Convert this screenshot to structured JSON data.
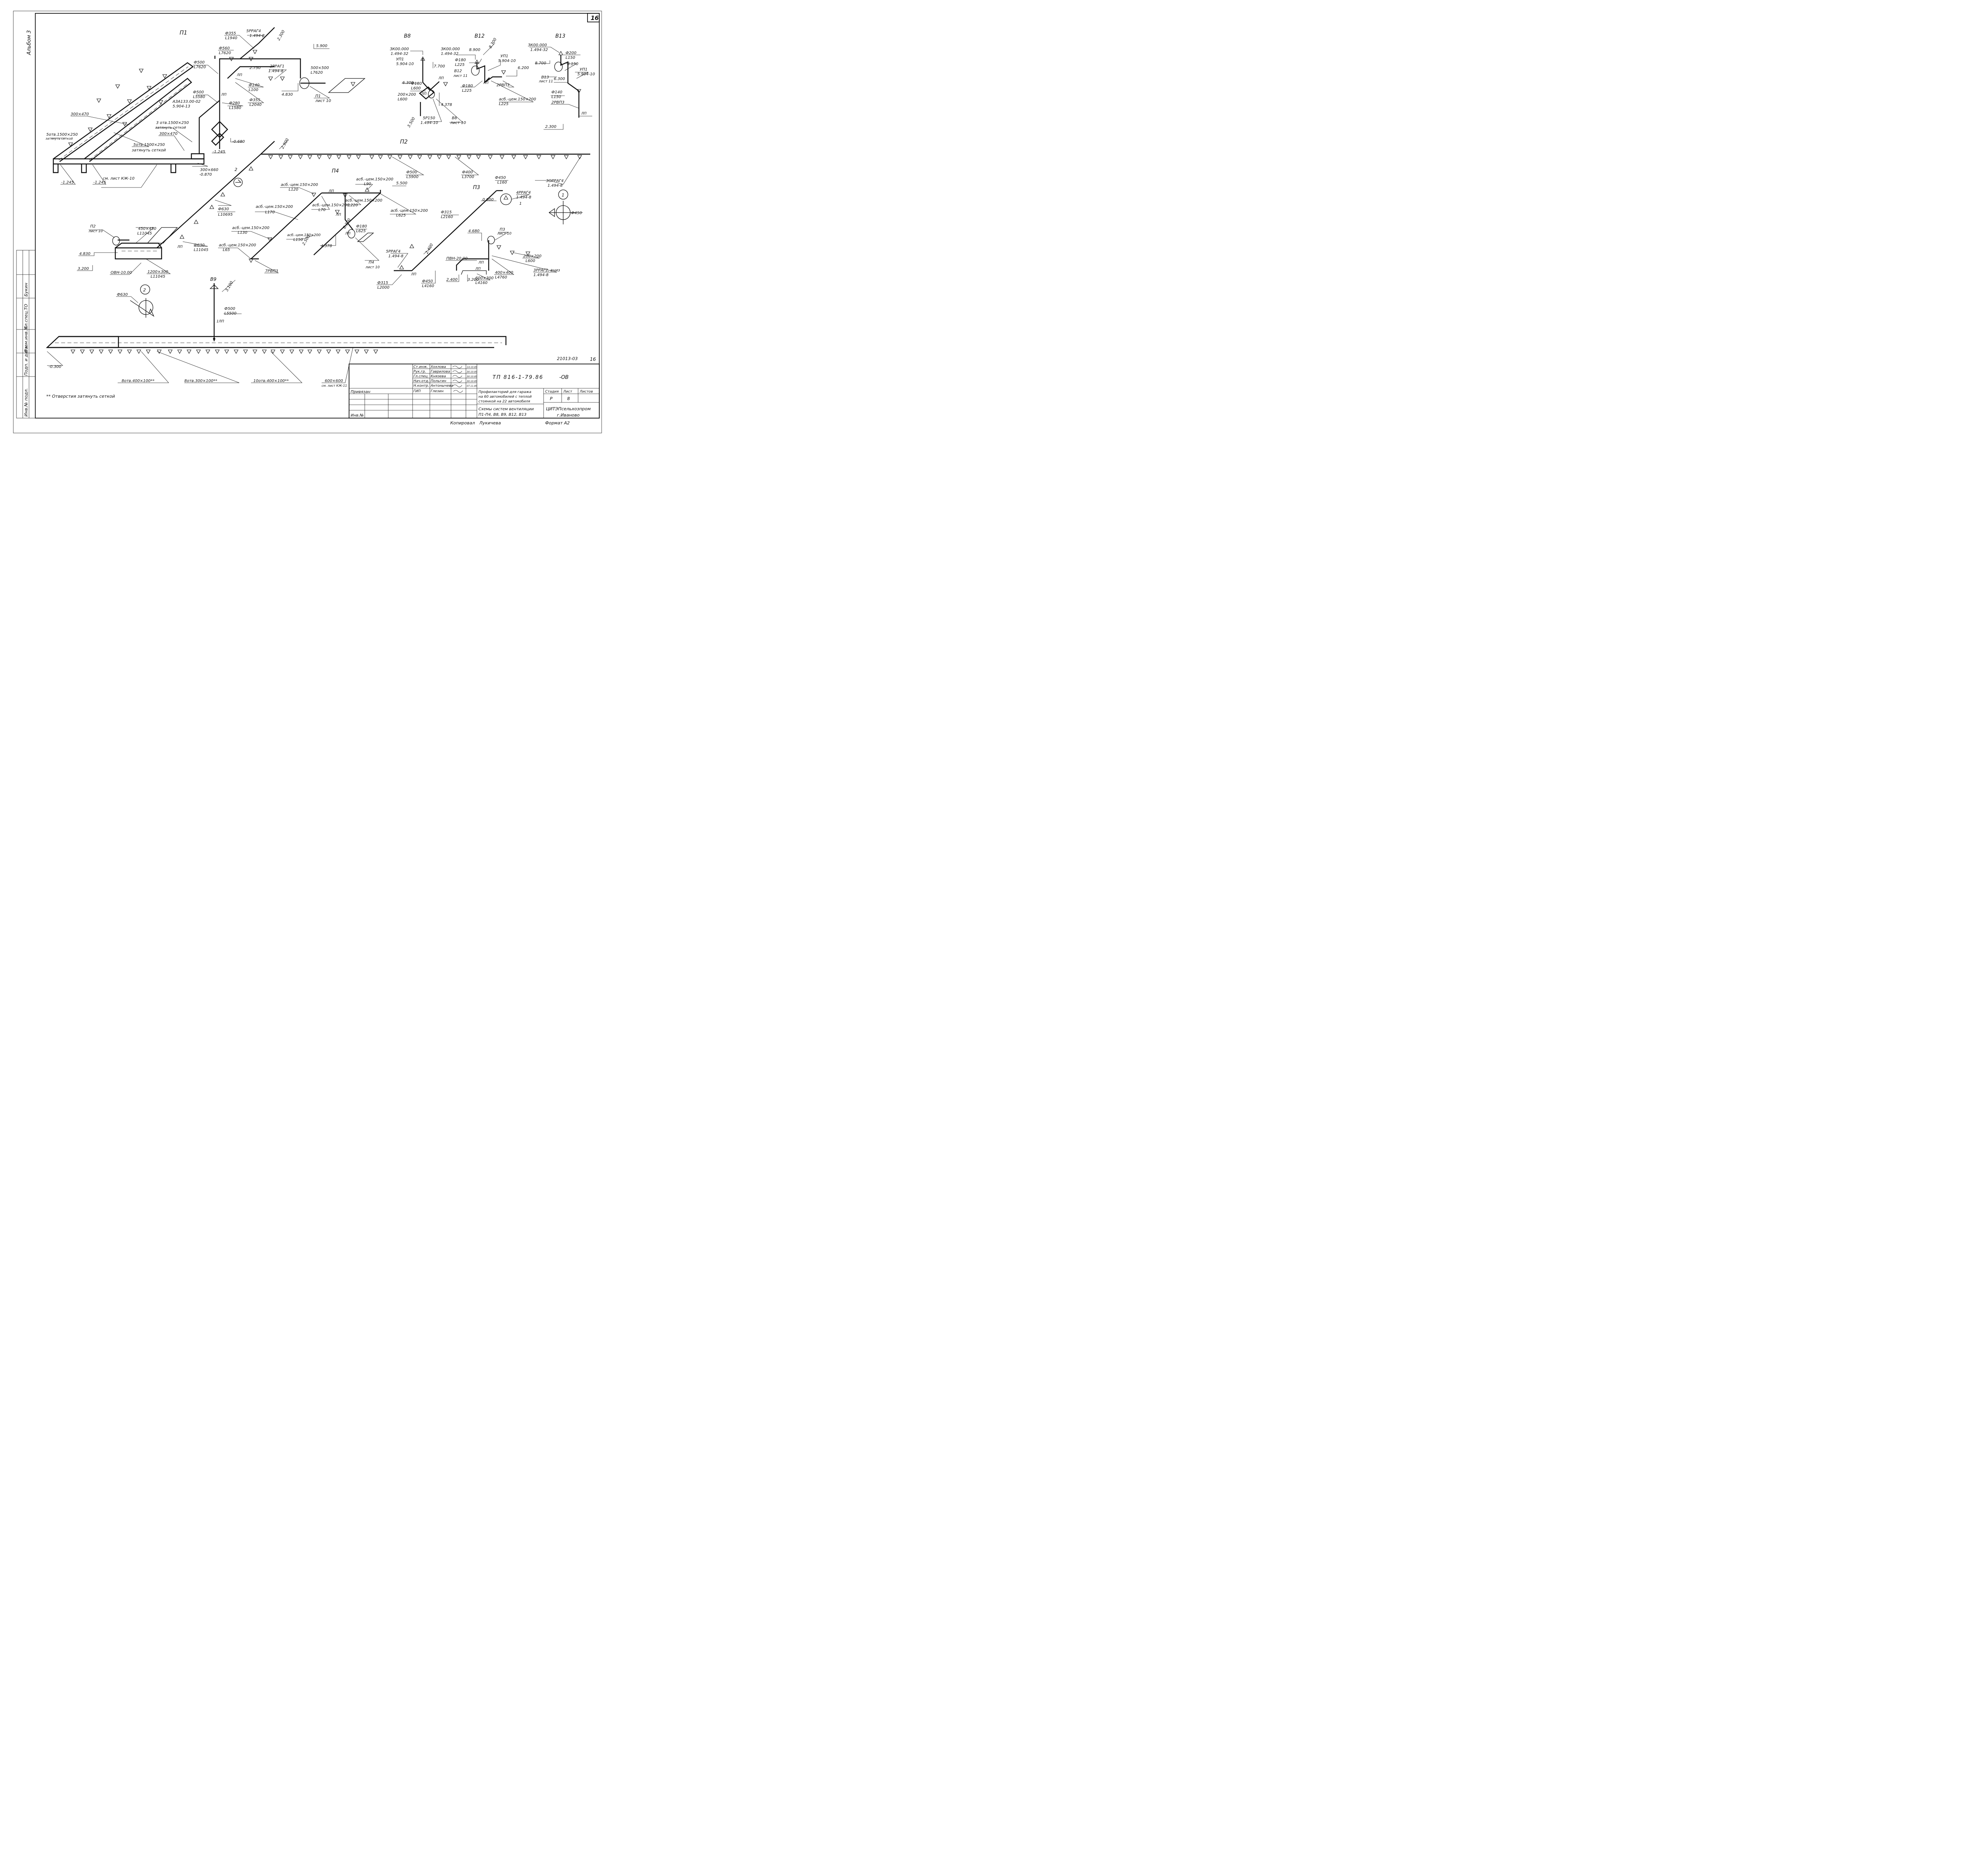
{
  "sheet": {
    "sheet_corner_number": "16",
    "album": "Альбом 3",
    "stamp_number": "21013-03",
    "stamp_sheet": "16",
    "format": "Формат А2",
    "copied_by": "Копировал",
    "copier": "Лукичева",
    "footnote": "** Отверстия   затянуть сеткой"
  },
  "side_strip": {
    "labels": [
      "Инв.№ подл.",
      "Подп. и дата",
      "Взам.инв.№",
      "Гл.спец.ТО",
      "Букин"
    ]
  },
  "title_block": {
    "doc_code": "ТП 816-1-79.86",
    "doc_suffix": "-ОВ",
    "project": [
      "Профилакторий для гаража",
      "на 60 автомобилей с теплой",
      "стоянкой на 22 автомобиля"
    ],
    "drawing": [
      "Схемы систем вентиляции",
      "П1-П4, В8, В9, В12, В13"
    ],
    "stage_header": "Стадия",
    "sheet_header": "Лист",
    "sheets_header": "Листов",
    "stage": "Р",
    "sheet_no": "8",
    "org": "ЦИТЭПсельхозпром",
    "city": "г.Иваново",
    "tied": "Привязан",
    "inv": "Инв.№",
    "staff": [
      {
        "role": "Ст.инж.",
        "name": "Хохлова",
        "date": "14.10.85"
      },
      {
        "role": "Рук.гр.",
        "name": "Гаврилова",
        "date": "30.10.85"
      },
      {
        "role": "Гл.спец.",
        "name": "Князева",
        "date": "30.10.85"
      },
      {
        "role": "Нач.отд.",
        "name": "Польгин",
        "date": "30.10.85"
      },
      {
        "role": "Н.контр.",
        "name": "Антонычева",
        "date": "07.11.85"
      },
      {
        "role": "ГИП",
        "name": "Глезин",
        "date": ""
      }
    ]
  },
  "systems": {
    "p1": {
      "name": "П1",
      "labels": [
        "Ф355",
        "L1940",
        "5РРАГ4",
        "1.494-8",
        "2.300",
        "Ф560",
        "L7620",
        "Ф500",
        "L7620",
        "5.900",
        "2.750",
        "2РРАГ1",
        "1.494-8",
        "500×500",
        "L7620",
        "ЛП",
        "Ф140",
        "L100",
        "Ф500",
        "L5580",
        "ЛП",
        "Ф280",
        "L1580",
        "Ф355",
        "L2040",
        "4.830",
        "П1",
        "лист 10",
        "АЗА133.00-02",
        "5.904-13",
        "300×470",
        "3 отв.1500×250",
        "затянуть сеткой",
        "300×470",
        "-0.680",
        "5отв.1500×250",
        "затянуть сеткой",
        "5отв.1500×250",
        "затянуть сеткой",
        "-1.245",
        "-1.245",
        "-1.245",
        "-0.870",
        "300×660",
        "см. лист КЖ-10"
      ]
    },
    "b8": {
      "name": "В8",
      "labels": [
        "ЗК00.000",
        "1.494-32",
        "УП1",
        "5.904-10",
        "7.700",
        "6.300",
        "Ф180",
        "L600",
        "200×200",
        "L600",
        "ЛП",
        "ЛП",
        "4.378",
        "3.500",
        "5Р150",
        "1.494-10",
        "В8",
        "лист 10"
      ]
    },
    "b12": {
      "name": "В12",
      "labels": [
        "ЗК00.000",
        "1.494-32",
        "8.900",
        "8.300",
        "Ф180",
        "L225",
        "В12",
        "лист 11",
        "УП1",
        "5.904-10",
        "6.200",
        "Ф180",
        "L225",
        "2РВП3",
        "асб.-цем.150×200",
        "L225",
        "ЛП"
      ]
    },
    "b13": {
      "name": "В13",
      "labels": [
        "ЗК00.000",
        "1.494-32",
        "Ф200",
        "L150",
        "8.700",
        "8.150",
        "В13",
        "лист 11",
        "6.300",
        "УП1",
        "5.904-10",
        "Ф140",
        "L150",
        "2РВП3",
        "ЛП",
        "2.300"
      ]
    },
    "p2": {
      "name": "П2",
      "labels": [
        "2.900",
        "Ф500",
        "L5900",
        "Ф400",
        "L3700",
        "3ОРРАГ4",
        "1.494-8",
        "Ф450",
        "2",
        "Ф630",
        "L10695",
        "П2",
        "лист 10",
        "450×450",
        "L11045",
        "Ф630",
        "L11045",
        "ЛП",
        "4.830",
        "3.200",
        "ОВН-10.00",
        "1200×300",
        "L11045",
        "1"
      ]
    },
    "p4": {
      "name": "П4",
      "labels": [
        "асб.-цем.150×200",
        "L120",
        "асб.-цем.150×200",
        "L90",
        "5.500",
        "ЛП",
        "асб.-цем.150×200",
        "L70",
        "асб.-цем.150×200",
        "L220",
        "асб.-цем.150×200",
        "L625",
        "асб.-цем.150×200",
        "L170",
        "ЛП",
        "6.300",
        "Ф180",
        "L625",
        "асб.-цем.150×200",
        "L130",
        "асб.-цем.150×200",
        "L150",
        "2.500",
        "4.378",
        "ЛП",
        "П4",
        "лист 10",
        "асб.-цем.150×200",
        "L65",
        "7РВП3"
      ]
    },
    "p3": {
      "name": "П3",
      "labels": [
        "Ф450",
        "L160",
        "4РРАГ4",
        "1.494-8",
        "1",
        "0.600",
        "Ф315",
        "L2160",
        "4.680",
        "П3",
        "лист 10",
        "2.400",
        "ПВН-20.00",
        "ЛП",
        "200×200",
        "L600",
        "3РРАГ2, вниз",
        "1.494-8",
        "5РРАГ4",
        "1.494-8",
        "ЛП",
        "ЛП",
        "400×400",
        "L4760",
        "600×300",
        "L4160",
        "3.200",
        "2.400",
        "Ф450",
        "L4160",
        "Ф315",
        "L2000"
      ]
    },
    "b9": {
      "name": "В9",
      "labels": [
        "3.100",
        "Ф500",
        "L5500",
        "1ЛП",
        "-0.300",
        "8отв.400×100**",
        "8отв.300×100**",
        "10отв.400×100**",
        "600×600",
        "см. лист КЖ-11",
        "Ф630",
        "2"
      ]
    }
  }
}
